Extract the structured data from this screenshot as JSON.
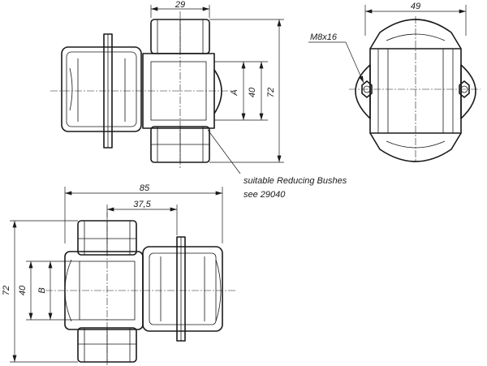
{
  "top_view": {
    "width_dim": "29",
    "height_outer_dim": "72",
    "height_inner_dim": "40",
    "bore_label": "A"
  },
  "side_view": {
    "width_dim": "49",
    "screw_label": "M8x16"
  },
  "note": {
    "line1": "suitable Reducing Bushes",
    "line2": "see 29040"
  },
  "bottom_view": {
    "overall_width_dim": "85",
    "center_dim": "37,5",
    "height_outer_dim": "72",
    "height_inner_dim": "40",
    "bore_label": "B"
  }
}
